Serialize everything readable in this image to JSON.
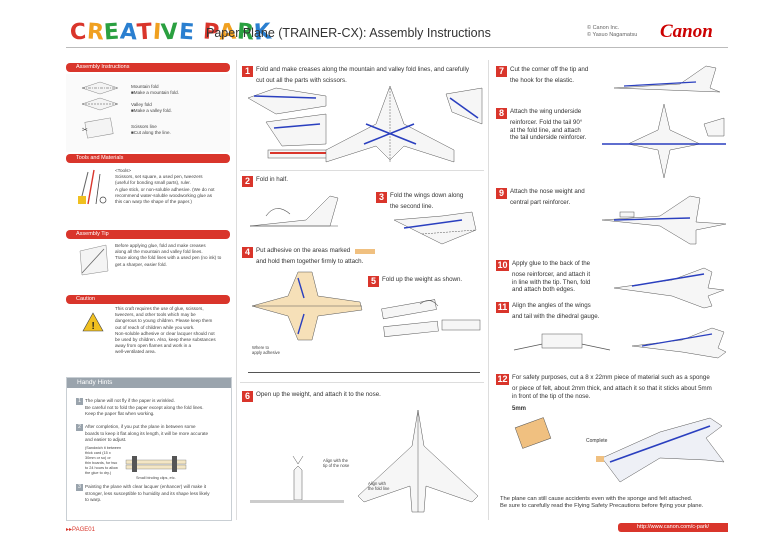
{
  "header": {
    "logo_letters": [
      "C",
      "R",
      "E",
      "A",
      "T",
      "I",
      "V",
      "E",
      " ",
      "P",
      "A",
      "R",
      "K"
    ],
    "title": "Paper Plane (TRAINER-CX): Assembly Instructions",
    "copyright": "© Canon Inc.",
    "author": "© Yasuo Nagamatsu",
    "brand": "Canon"
  },
  "colors": {
    "accent": "#d9352b",
    "plane_blue": "#2a3fbf",
    "logo_colors": [
      "#d9352b",
      "#f0a020",
      "#2aa040",
      "#2a7fd0",
      "#d9352b",
      "#f0a020",
      "#2aa040",
      "#2a7fd0",
      "#fff",
      "#d9352b",
      "#f0a020",
      "#2aa040",
      "#2a7fd0"
    ]
  },
  "sidebar": {
    "assembly": {
      "title": "Assembly Instructions",
      "mountain": [
        "Mountain fold",
        "■Make a mountain fold."
      ],
      "valley": [
        "Valley fold",
        "■Make a valley fold."
      ],
      "scissors": [
        "Scissors line",
        "■Cut along the line."
      ]
    },
    "tools": {
      "title": "Tools and Materials",
      "text": [
        "<Tools>",
        "Scissors, set square, a used pen, tweezers",
        "(useful for bonding small parts), ruler.",
        "A glue stick, or non-soluble adhesive. (We do not",
        "recommend water-soluble woodworking glue as",
        "this can warp the shape of the paper.)"
      ]
    },
    "tip": {
      "title": "Assembly Tip",
      "text": [
        "Before applying glue, fold and make creases",
        "along all the mountain and valley fold lines.",
        "Trace along the fold lines with a used pen (no ink) to",
        "get a sharper, easier fold."
      ]
    },
    "caution": {
      "title": "Caution",
      "text": [
        "This craft requires the use of glue, scissors,",
        "tweezers, and other tools which may be",
        "dangerous to young children.  Please keep them",
        "out of reach of children while you work.",
        "Non-soluble adhesive or clear lacquer should not",
        "be used by children. Also, keep these substances",
        "away from open flames and work in a",
        "well-ventilated area."
      ]
    },
    "hints": {
      "title": "Handy Hints",
      "h1": [
        "The plane will not fly if the paper is wrinkled.",
        "Be careful not to fold the paper except along the fold lines.",
        "Keep the paper flat when working."
      ],
      "h2": [
        "After completion, if you put the plane in between some",
        "boards to keep it flat along its length, it will be more accurate",
        "and easier to adjust."
      ],
      "h2_small": [
        "(Sandwich it between",
        "thick card (15 x",
        "30mm or so) or",
        "thin boards, for two",
        "to 24 hours to allow",
        "the glue to dry.)"
      ],
      "h2_label": "Small binding clips, etc.",
      "h3": [
        "Painting the plane with clear lacquer (enhancer) will make it",
        "stronger, less susceptible to humidity and its shape less likely",
        "to warp."
      ]
    }
  },
  "steps": {
    "s1": {
      "num": "1",
      "text": [
        "Fold and make creases along the mountain and valley fold lines, and carefully",
        "cut out all the parts with scissors."
      ]
    },
    "s2": {
      "num": "2",
      "text": [
        "Fold in half."
      ]
    },
    "s3": {
      "num": "3",
      "text": [
        "Fold the wings down along",
        "the second line."
      ]
    },
    "s4": {
      "num": "4",
      "text": [
        "Put adhesive on the areas marked",
        "and hold them together firmly to attach."
      ],
      "label": [
        "Where to",
        "apply adhesive"
      ]
    },
    "s5": {
      "num": "5",
      "text": [
        "Fold up the weight as shown."
      ]
    },
    "s6": {
      "num": "6",
      "text": [
        "Open up the weight, and attach it to the nose."
      ],
      "label1": [
        "Align with the",
        "tip of the nose"
      ],
      "label2": [
        "Align with",
        "the fold line"
      ]
    },
    "s7": {
      "num": "7",
      "text": [
        "Cut the corner off the tip and",
        "the hook for the elastic."
      ]
    },
    "s8": {
      "num": "8",
      "text": [
        "Attach the wing underside",
        "reinforcer. Fold the tail 90°",
        "at the fold line, and attach",
        "the tail underside reinforcer."
      ]
    },
    "s9": {
      "num": "9",
      "text": [
        "Attach the nose weight and",
        "central part reinforcer."
      ]
    },
    "s10": {
      "num": "10",
      "text": [
        "Apply glue to the back of the",
        "nose reinforcer, and attach it",
        "in line with the tip. Then, fold",
        "and attach both edges."
      ]
    },
    "s11": {
      "num": "11",
      "text": [
        "Align the angles of the wings",
        "and tail with the dihedral gauge."
      ]
    },
    "s12": {
      "num": "12",
      "text": [
        "For safety purposes, cut a 8 x 22mm piece of material such as a sponge",
        "or piece of felt, about 2mm thick, and attach it so that it sticks about 5mm",
        "in front of the tip of the nose."
      ],
      "label": "5mm",
      "complete": "Complete"
    }
  },
  "bottom_note": [
    "The plane can still cause accidents even with the sponge and felt attached.",
    "Be sure to carefully read the Flying Safety Precautions before flying your plane."
  ],
  "footer": {
    "page": "PAGE01",
    "url": "http://www.canon.com/c-park/"
  }
}
